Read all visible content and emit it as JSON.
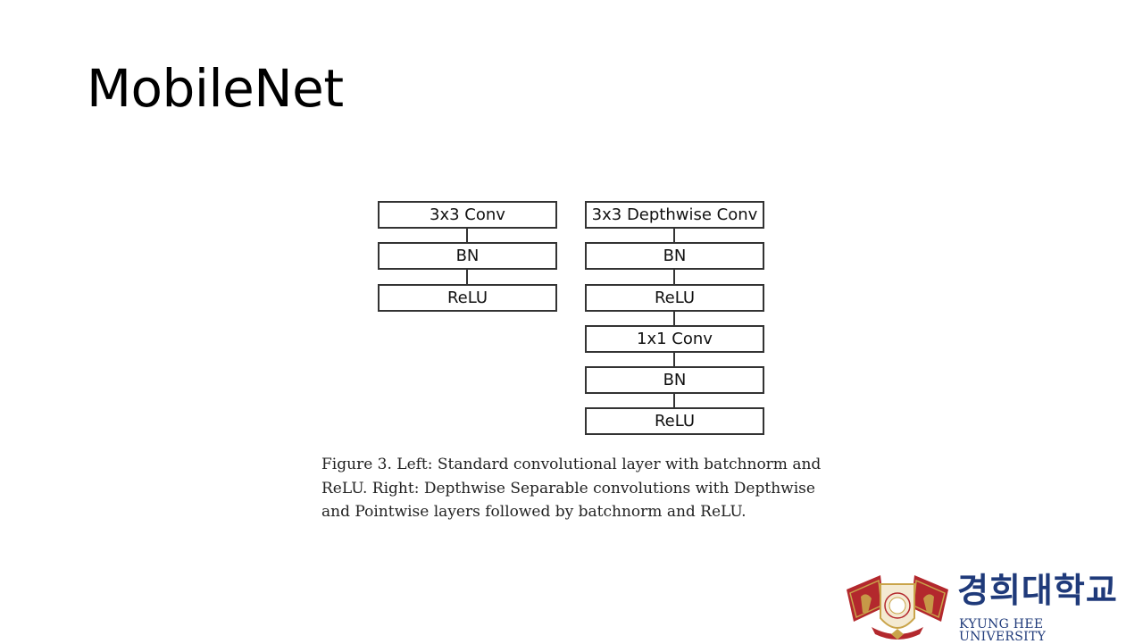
{
  "slide": {
    "title": "MobileNet"
  },
  "diagram": {
    "left_column": {
      "blocks": [
        "3x3 Conv",
        "BN",
        "ReLU"
      ]
    },
    "right_column": {
      "blocks": [
        "3x3 Depthwise Conv",
        "BN",
        "ReLU",
        "1x1 Conv",
        "BN",
        "ReLU"
      ]
    },
    "caption_lines": [
      "Figure 3. Left:  Standard convolutional layer with batchnorm and",
      "ReLU. Right: Depthwise Separable convolutions with Depthwise",
      "and Pointwise layers followed by batchnorm and ReLU."
    ]
  },
  "logo": {
    "korean_name": "경희대학교",
    "english_name": "KYUNG HEE UNIVERSITY",
    "colors": {
      "emblem_red": "#b3282d",
      "emblem_gold": "#c9a44a",
      "text_navy": "#1f3a7a"
    }
  }
}
